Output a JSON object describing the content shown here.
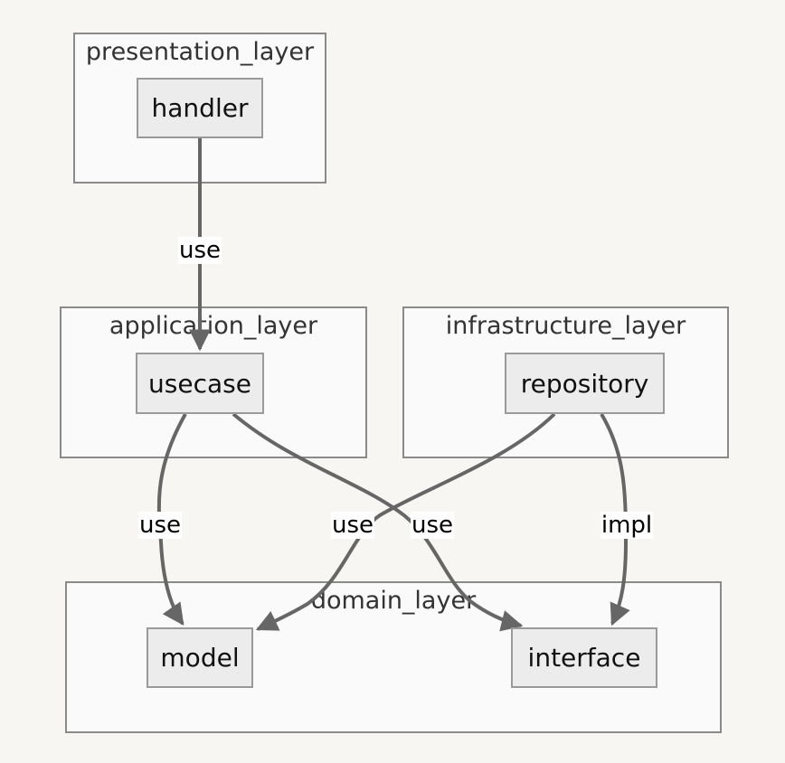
{
  "layers": {
    "presentation": "presentation_layer",
    "application": "application_layer",
    "infrastructure": "infrastructure_layer",
    "domain": "domain_layer"
  },
  "nodes": {
    "handler": "handler",
    "usecase": "usecase",
    "repository": "repository",
    "model": "model",
    "interface": "interface"
  },
  "edges": {
    "handler_usecase": "use",
    "usecase_model": "use",
    "repository_model": "use",
    "usecase_interface": "use",
    "repository_interface": "impl"
  },
  "colors": {
    "background": "#f7f6f3",
    "cluster_fill": "#fafafa",
    "node_fill": "#ececec",
    "edge": "#666666"
  }
}
